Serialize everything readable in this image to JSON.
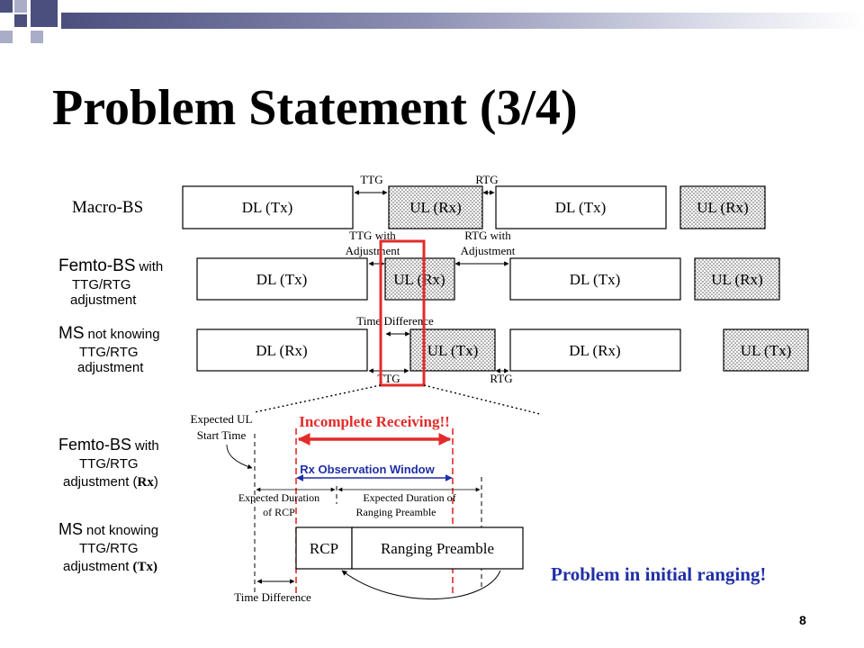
{
  "title": "Problem Statement (3/4)",
  "page_number": "8",
  "note": "Problem in initial ranging!",
  "colors": {
    "accent_red": "#e32b2b",
    "accent_blue": "#1f2fa8",
    "header_dark": "#4a4f7e",
    "header_light": "#a9adc8"
  },
  "rows": {
    "macro": {
      "name": "Macro-BS",
      "blocks": [
        "DL (Tx)",
        "UL (Rx)",
        "DL (Tx)",
        "UL (Rx)"
      ]
    },
    "femto": {
      "name_main": "Femto-BS",
      "name_small": "with",
      "line2": "TTG/RTG",
      "line3": "adjustment",
      "blocks": [
        "DL (Tx)",
        "UL (Rx)",
        "DL (Tx)",
        "UL (Rx)"
      ]
    },
    "ms": {
      "name_main": "MS",
      "name_small": "not knowing",
      "line2": "TTG/RTG",
      "line3": "adjustment",
      "blocks": [
        "DL (Rx)",
        "UL (Tx)",
        "DL (Rx)",
        "UL (Tx)"
      ]
    }
  },
  "gaps": {
    "ttg": "TTG",
    "rtg": "RTG",
    "ttg_adj_1": "TTG with",
    "ttg_adj_2": "Adjustment",
    "rtg_adj_1": "RTG with",
    "rtg_adj_2": "Adjustment",
    "time_difference": "Time Difference",
    "ms_ttg": "TTG",
    "ms_rtg": "RTG"
  },
  "detail": {
    "expected_ul_1": "Expected UL",
    "expected_ul_2": "Start Time",
    "incomplete": "Incomplete Receiving!!",
    "observation": "Rx Observation Window",
    "exp_rcp_1": "Expected Duration",
    "exp_rcp_2": "of RCP",
    "exp_pre_1": "Expected Duration of",
    "exp_pre_2": "Ranging Preamble",
    "rcp": "RCP",
    "preamble": "Ranging Preamble",
    "time_difference": "Time Difference",
    "femto_main": "Femto-BS",
    "femto_small": "with",
    "femto_l2": "TTG/RTG",
    "femto_l3_a": "adjustment (",
    "femto_l3_b": "Rx",
    "femto_l3_c": ")",
    "ms_main": "MS",
    "ms_small": "not knowing",
    "ms_l2": "TTG/RTG",
    "ms_l3_a": "adjustment ",
    "ms_l3_b": "(Tx)"
  }
}
